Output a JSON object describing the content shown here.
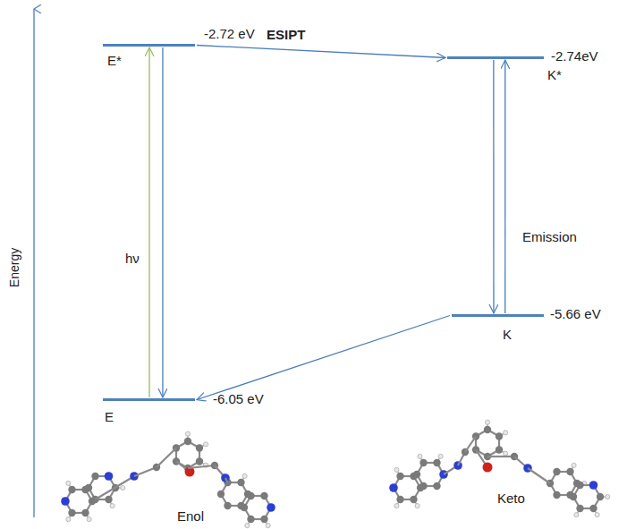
{
  "diagram": {
    "nodes": [
      {
        "text": [
          "E*",
          "-2.72 eV"
        ]
      },
      {
        "text": [
          "-2.74eV",
          "K*"
        ]
      },
      {
        "text": [
          "-5.66 eV",
          "K"
        ]
      },
      {
        "text": [
          "E",
          "-6.05 eV"
        ]
      }
    ],
    "edges": [
      {
        "from": 3,
        "to": 0,
        "label": "hν",
        "arrow": "to"
      },
      {
        "from": 0,
        "to": 3,
        "arrow": "to"
      },
      {
        "from": 0,
        "to": 1,
        "label": "ESIPT",
        "arrow": "to"
      },
      {
        "from": 1,
        "to": 2,
        "label": "Emission",
        "arrow": "to"
      },
      {
        "from": 2,
        "to": 1,
        "arrow": "to"
      },
      {
        "from": 2,
        "to": 3,
        "arrow": "to"
      }
    ],
    "labels": [
      "Energy",
      "Enol",
      "Keto"
    ]
  }
}
